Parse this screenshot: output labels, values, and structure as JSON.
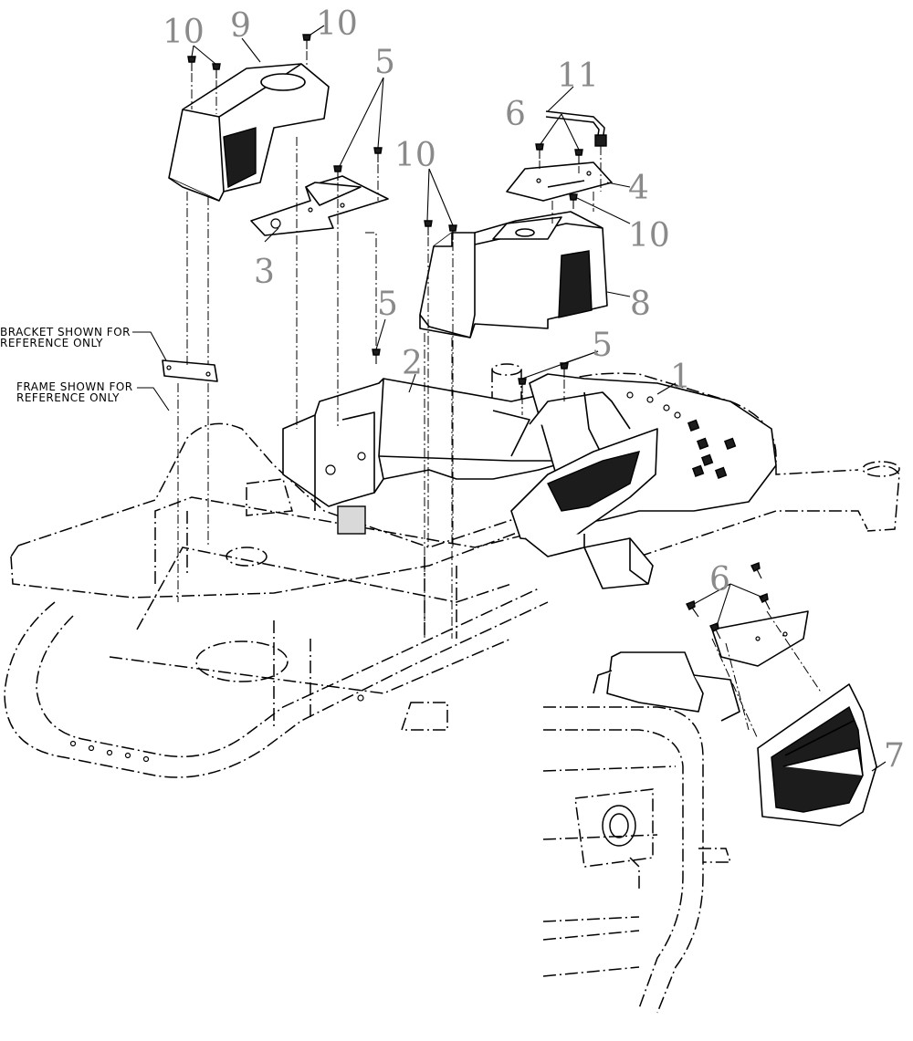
{
  "callouts": {
    "c1": "1",
    "c2": "2",
    "c3": "3",
    "c4": "4",
    "c5a": "5",
    "c5b": "5",
    "c5c": "5",
    "c6a": "6",
    "c6b": "6",
    "c7": "7",
    "c8": "8",
    "c9": "9",
    "c10a": "10",
    "c10b": "10",
    "c10c": "10",
    "c10d": "10",
    "c11": "11"
  },
  "notes": {
    "bracket_line1": "BRACKET SHOWN FOR",
    "bracket_line2": "REFERENCE ONLY",
    "frame_line1": "FRAME SHOWN FOR",
    "frame_line2": "REFERENCE ONLY"
  },
  "colors": {
    "line": "#000000",
    "callout_text": "#8a8a8a",
    "dark_fill": "#1c1c1c"
  }
}
